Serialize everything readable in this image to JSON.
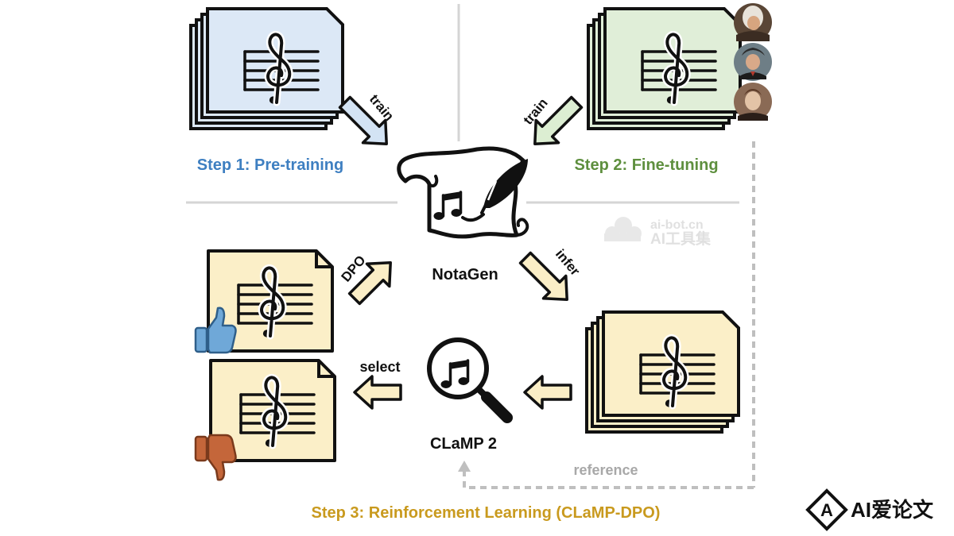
{
  "steps": {
    "pretrain": "Step 1: Pre-training",
    "finetune": "Step 2: Fine-tuning",
    "rl": "Step 3: Reinforcement Learning (CLaMP-DPO)"
  },
  "models": {
    "notagen": "NotaGen",
    "clamp": "CLaMP 2"
  },
  "arrows": {
    "train1": "train",
    "train2": "train",
    "dpo": "DPO",
    "infer": "infer",
    "select": "select",
    "reference": "reference"
  },
  "watermarks": {
    "aibot_url": "ai-bot.cn",
    "aibot_name": "AI工具集",
    "ailunwen": "AI爱论文"
  },
  "colors": {
    "step1": "#3E7FC1",
    "step2": "#5E8F3E",
    "step3": "#C99A1E",
    "doc_blue": "#DCE8F6",
    "doc_green": "#E0EED8",
    "doc_yellow": "#FBEFC8",
    "arrow_blue": "#D3E3F4",
    "arrow_green": "#DCEED2",
    "arrow_yellow": "#FBEEC6",
    "thumb_up": "#6FA8D8",
    "thumb_down": "#C4663A",
    "dashed": "#BFBFBF"
  },
  "icons": [
    "treble-clef-icon",
    "scroll-quill-icon",
    "music-note-icon",
    "magnifier-icon",
    "thumbs-up-icon",
    "thumbs-down-icon",
    "composer-portrait-icon"
  ]
}
